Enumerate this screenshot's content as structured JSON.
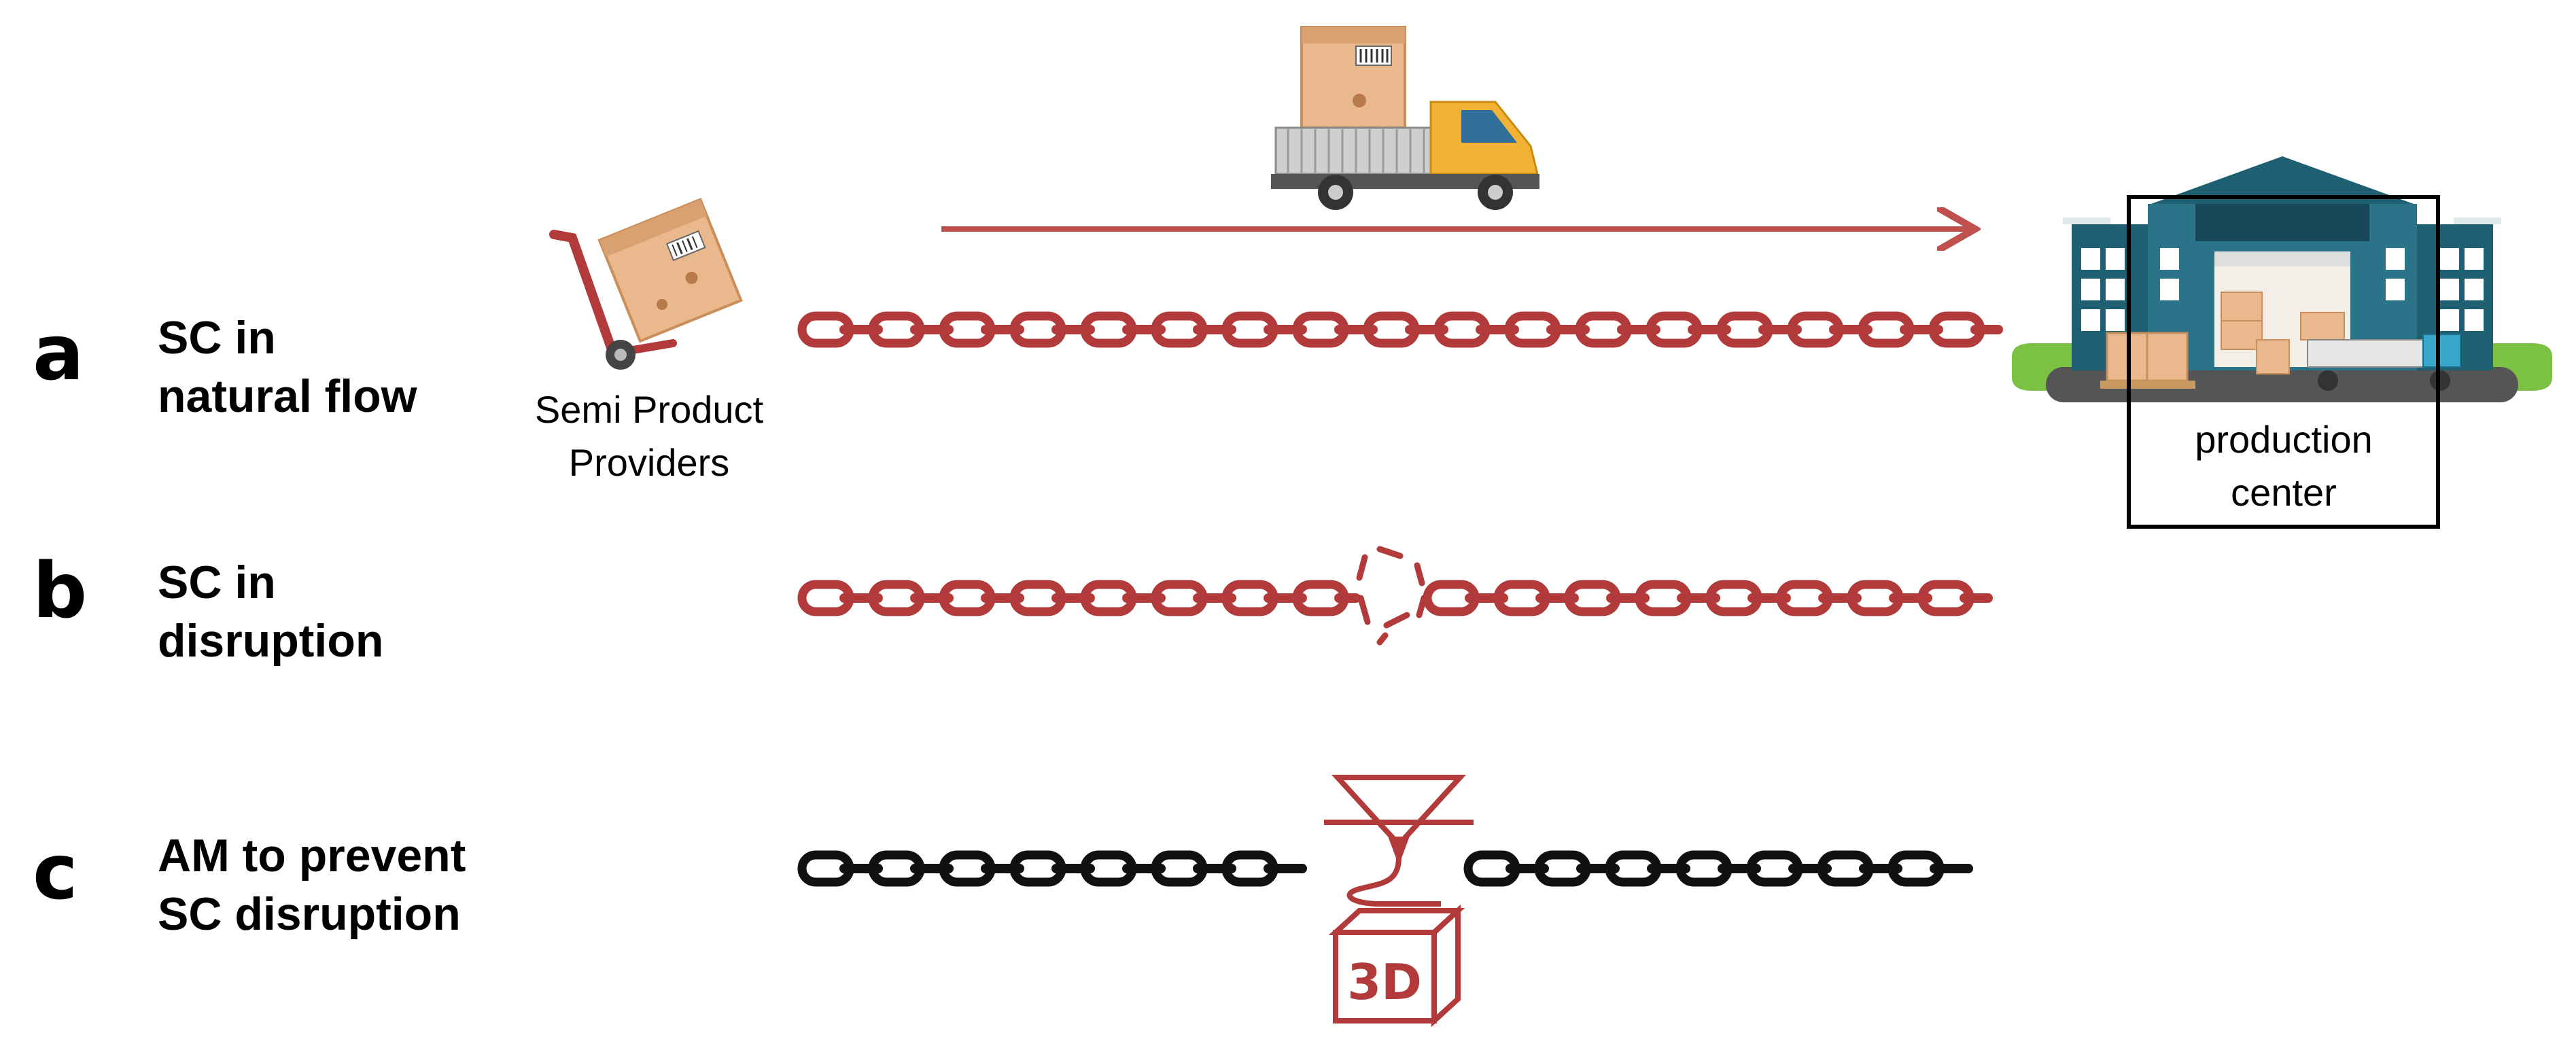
{
  "rows": [
    {
      "letter": "a",
      "line1": "SC in",
      "line2": "natural flow"
    },
    {
      "letter": "b",
      "line1": "SC in",
      "line2": "disruption"
    },
    {
      "letter": "c",
      "line1": "AM to prevent",
      "line2": "SC disruption"
    }
  ],
  "provider": {
    "line1": "Semi Product",
    "line2": "Providers"
  },
  "center": {
    "line1": "production",
    "line2": "center"
  },
  "printer_badge": "3D",
  "colors": {
    "chain_red": "#b23a3a",
    "chain_black": "#111111",
    "arrow": "#c0504d",
    "building_teal": "#1f5f72",
    "truck_yellow": "#f2b233",
    "box_tan": "#e9b98d",
    "grass": "#7cc242",
    "road": "#555555"
  },
  "icons": {
    "provider": "hand-truck-with-box-icon",
    "truck": "delivery-truck-icon",
    "center": "warehouse-icon",
    "printer": "3d-printer-icon",
    "break": "broken-chain-link-icon"
  }
}
